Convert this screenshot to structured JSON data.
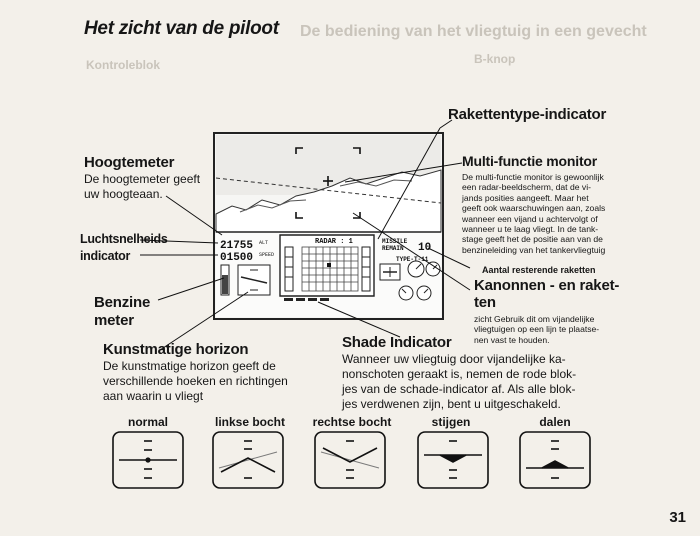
{
  "page_title": "Het zicht van de piloot",
  "page_number": "31",
  "labels": {
    "raket_type": {
      "title": "Rakettentype-indicator"
    },
    "hoogte": {
      "title": "Hoogtemeter",
      "desc_l1": "De hoogtemeter geeft",
      "desc_l2": "uw hoogteaan."
    },
    "multi": {
      "title": "Multi-functie monitor",
      "lines": [
        "De multi-functie monitor is gewoonlijk",
        "een radar-beeldscherm, dat de vi-",
        "jands posities aangeeft. Maar het",
        "geeft ook waarschuwingen aan, zoals",
        "wanneer een vijand u achtervolgt of",
        "wanneer u te laag vliegt. In de tank-",
        "stage geeft het de positie aan van de",
        "benzineleiding van het tankervliegtuig"
      ]
    },
    "luchts": {
      "l1": "Luchtsnelheids",
      "l2": "indicator"
    },
    "aantal": {
      "title": "Aantal resterende raketten"
    },
    "kanon": {
      "title_l1": "Kanonnen - en raket-",
      "title_l2": "ten",
      "lines": [
        "zicht Gebruik dit om vijandelijke",
        "vliegtuigen op een lijn te plaatse-",
        "nen vast te houden."
      ]
    },
    "benzine": {
      "l1": "Benzine",
      "l2": "meter"
    },
    "shade": {
      "title": "Shade Indicator",
      "lines": [
        "Wanneer uw vliegtuig door vijandelijke ka-",
        "nonschoten geraakt is, nemen de rode blok-",
        "jes van de schade-indicator af. Als alle blok-",
        "jes verdwenen zijn, bent u uitgeschakeld."
      ]
    },
    "kunst": {
      "title": "Kunstmatige horizon",
      "lines": [
        "De kunstmatige horizon geeft de",
        "verschillende hoeken en richtingen",
        "aan waarin u vliegt"
      ]
    }
  },
  "cockpit": {
    "altitude": "21755",
    "speed": "01500",
    "alt_unit": "ALT",
    "speed_unit": "SPEED",
    "radar_title": "RADAR : 1",
    "missile_label_l1": "MISSILE",
    "missile_label_l2": "REMAIN",
    "missile_count": "10",
    "missile_type": "TYPE-T-11"
  },
  "horizons": [
    {
      "label": "normal",
      "state": "level"
    },
    {
      "label": "linkse bocht",
      "state": "bank-left"
    },
    {
      "label": "rechtse bocht",
      "state": "bank-right"
    },
    {
      "label": "stijgen",
      "state": "climb"
    },
    {
      "label": "dalen",
      "state": "descend"
    }
  ],
  "background_ghost_text": {
    "header": "De bediening van het vliegtuig in een gevecht",
    "section1": "Kontroleblok",
    "section2": "B-knop"
  }
}
